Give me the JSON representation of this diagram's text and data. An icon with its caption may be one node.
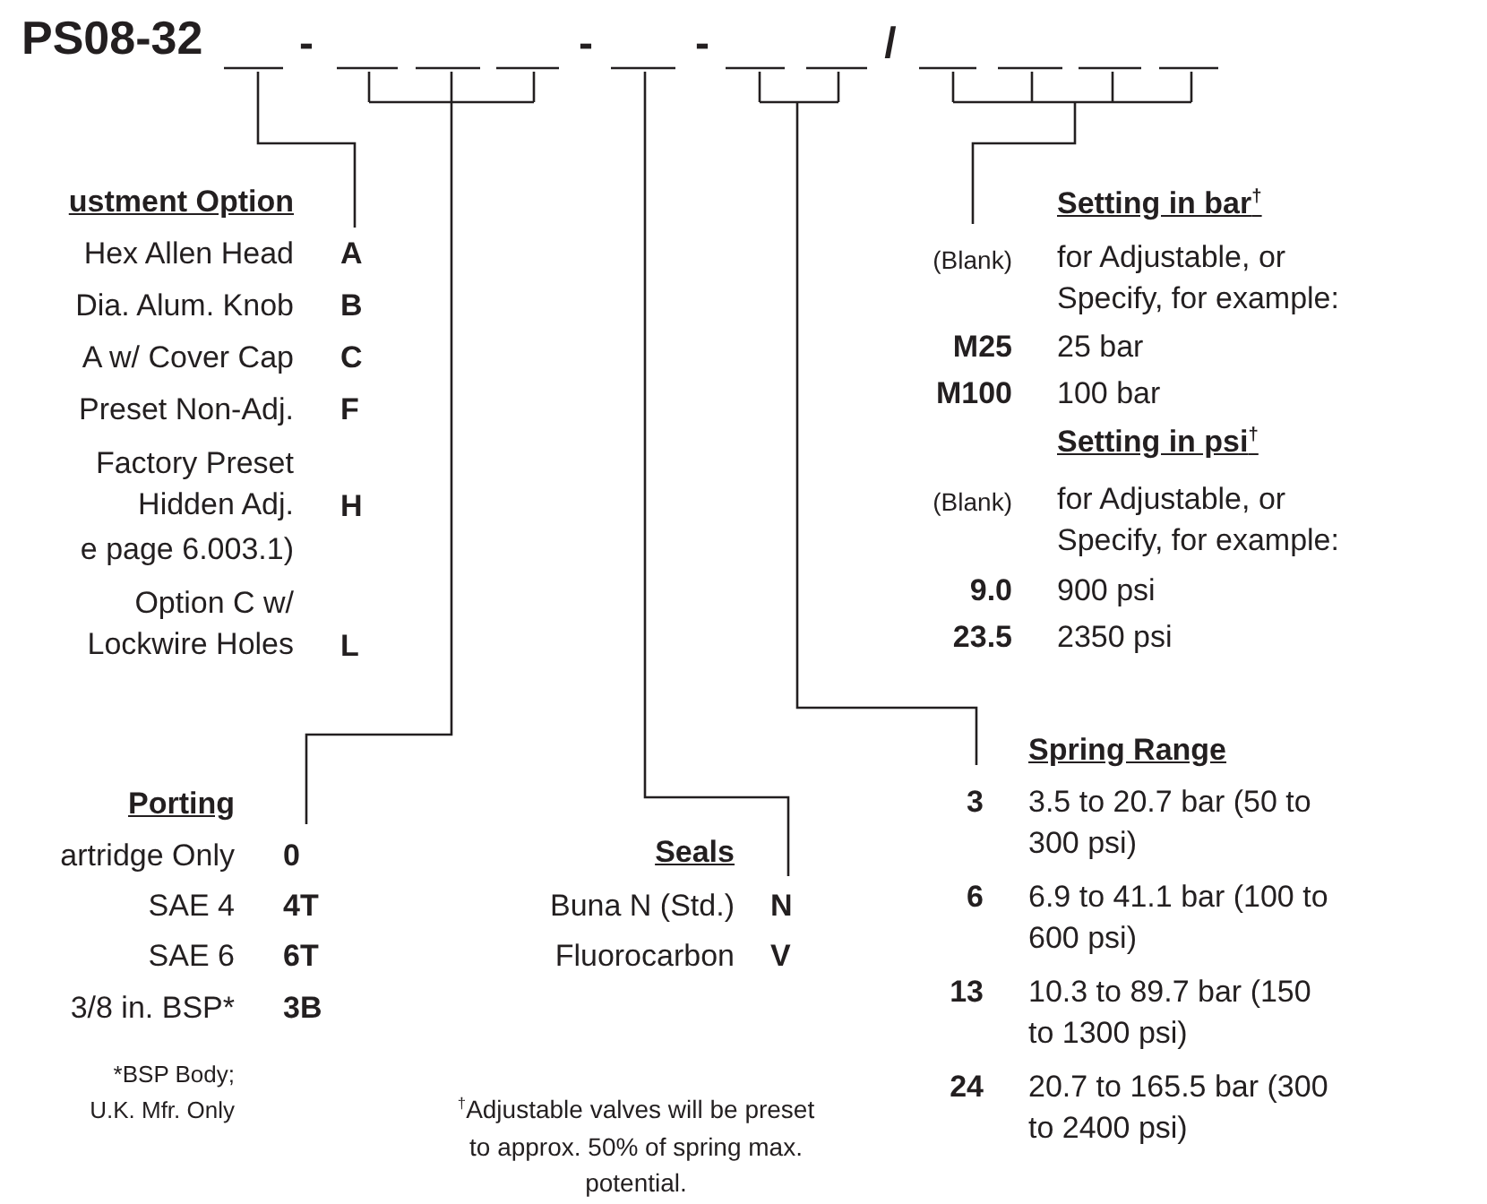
{
  "diagram": {
    "title": "PS08-32",
    "nodes": [
      {
        "text": [],
        "shape": "bar"
      },
      {
        "text": [],
        "shape": "bar"
      },
      {
        "text": [],
        "shape": "bar"
      },
      {
        "text": [],
        "shape": "bar"
      },
      {
        "text": [],
        "shape": "bar"
      },
      {
        "text": [
          "ustment Option",
          "Hex Allen Head",
          "A",
          "Dia. Alum. Knob",
          "B",
          "A w/ Cover Cap",
          "C",
          "Preset Non-Adj.",
          "F",
          "Factory Preset Hidden Adj.",
          "H",
          "e page 6.003.1)",
          "Option C w/ Lockwire Holes",
          "L"
        ]
      },
      {
        "text": [
          "Setting in bar$^{†}$",
          "(Blank)",
          "for Adjustable, or Specify, for example:",
          "M25",
          "25 bar",
          "M100",
          "100 bar",
          "Setting in psi$^{†}$",
          "(Blank)",
          "for Adjustable, or Specify, for example:",
          "9.0",
          "900 psi",
          "23.5",
          "2350 psi"
        ]
      },
      {
        "text": [
          "Porting",
          "artridge Only",
          "0",
          "SAE 4",
          "4T",
          "SAE 6",
          "6T",
          "3/8 in. BSP*",
          "3B"
        ]
      },
      {
        "text": [
          "Seals",
          "Buna N (Std.)",
          "N",
          "Fluorocarbon",
          "V"
        ]
      },
      {
        "text": [
          "Spring Range",
          "3",
          "3.5 to 20.7 bar (50 to 300 psi)",
          "6",
          "6.9 to 41.1 bar (100 to 600 psi)",
          "13",
          "10.3 to 89.7 bar (150 to 1300 psi)",
          "24",
          "20.7 to 165.5 bar (300 to 2400 psi)"
        ]
      }
    ],
    "edges": [
      {
        "from": 0,
        "to": 5,
        "arrow": "none"
      },
      {
        "from": 1,
        "to": 7,
        "arrow": "none"
      },
      {
        "from": 2,
        "to": 8,
        "arrow": "none"
      },
      {
        "from": 3,
        "to": 9,
        "arrow": "none"
      },
      {
        "from": 4,
        "to": 6,
        "arrow": "none"
      }
    ],
    "labels": [
      "-",
      "-",
      "-",
      "/",
      "*BSP Body; U.K. Mfr. Only",
      "$^{†}$Adjustable valves will be preset to approx. 50% of spring max. potential."
    ]
  }
}
